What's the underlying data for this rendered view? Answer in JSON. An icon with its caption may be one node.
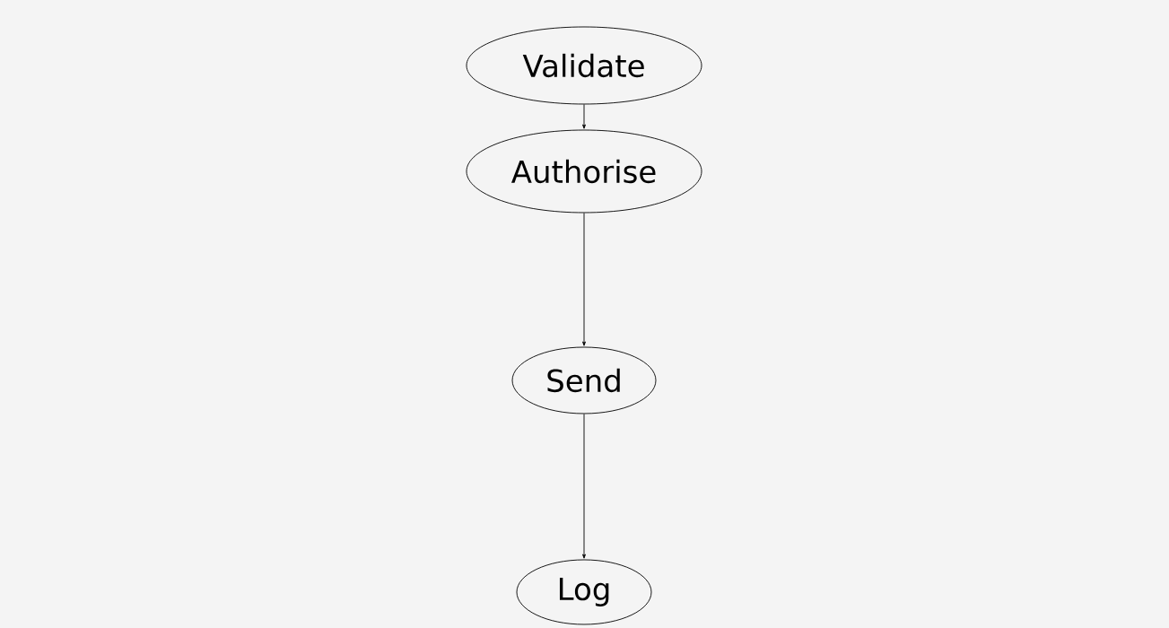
{
  "diagram": {
    "nodes": [
      {
        "text": [
          "Validate"
        ]
      },
      {
        "text": [
          "Authorise"
        ]
      },
      {
        "text": [
          "Send"
        ]
      },
      {
        "text": [
          "Log"
        ]
      }
    ],
    "edges": [
      {
        "from": 0,
        "to": 1,
        "arrow": "to"
      },
      {
        "from": 1,
        "to": 2,
        "arrow": "to"
      },
      {
        "from": 2,
        "to": 3,
        "arrow": "to"
      }
    ]
  }
}
